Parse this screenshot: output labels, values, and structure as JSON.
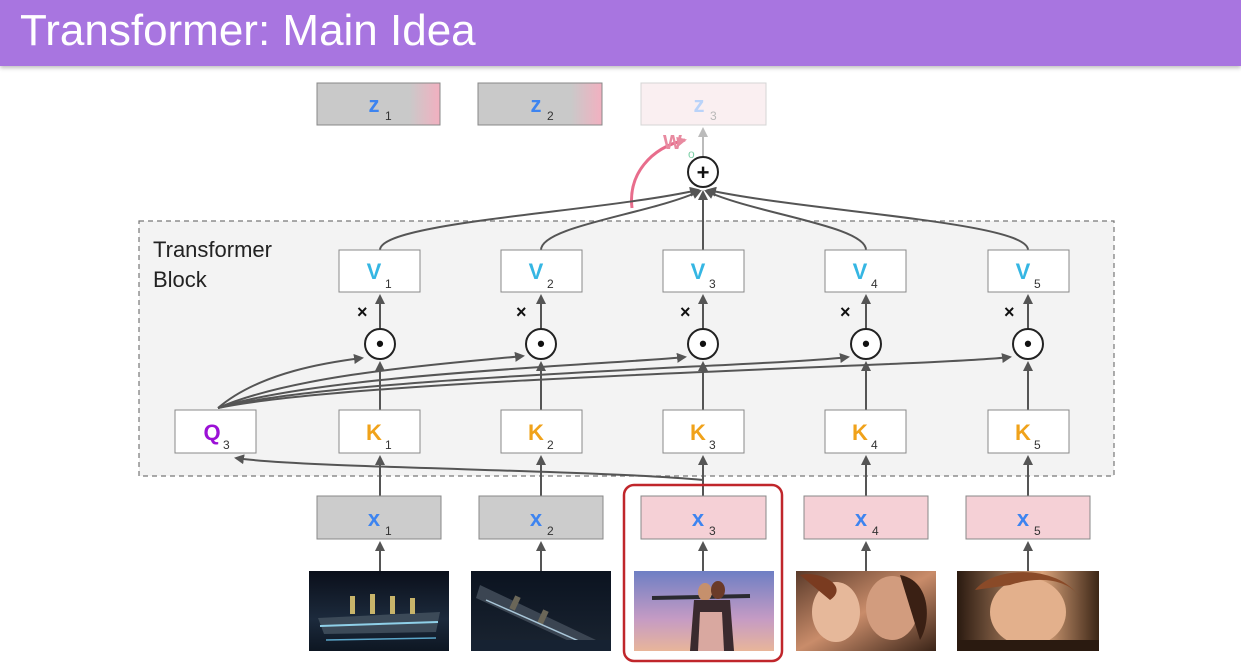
{
  "header": {
    "title": "Transformer: Main Idea"
  },
  "colors": {
    "header_bg": "#a875e0",
    "blue": "#3d84f0",
    "cyan": "#35b6e3",
    "orange": "#f0a21a",
    "purple": "#9b10d6",
    "pink": "#f5d0d6",
    "gray_box": "#cccccc"
  },
  "block": {
    "label_line1": "Transformer",
    "label_line2": "Block"
  },
  "outputs": [
    {
      "sym": "z",
      "sub": "1"
    },
    {
      "sym": "z",
      "sub": "2"
    },
    {
      "sym": "z",
      "sub": "3"
    }
  ],
  "wo": {
    "sym": "W",
    "sub": "o"
  },
  "sum_symbol": "+",
  "dot_symbol": "•",
  "times_symbol": "×",
  "query": {
    "sym": "Q",
    "sub": "3"
  },
  "values": [
    {
      "sym": "V",
      "sub": "1"
    },
    {
      "sym": "V",
      "sub": "2"
    },
    {
      "sym": "V",
      "sub": "3"
    },
    {
      "sym": "V",
      "sub": "4"
    },
    {
      "sym": "V",
      "sub": "5"
    }
  ],
  "keys": [
    {
      "sym": "K",
      "sub": "1"
    },
    {
      "sym": "K",
      "sub": "2"
    },
    {
      "sym": "K",
      "sub": "3"
    },
    {
      "sym": "K",
      "sub": "4"
    },
    {
      "sym": "K",
      "sub": "5"
    }
  ],
  "inputs": [
    {
      "sym": "x",
      "sub": "1"
    },
    {
      "sym": "x",
      "sub": "2"
    },
    {
      "sym": "x",
      "sub": "3"
    },
    {
      "sym": "x",
      "sub": "4"
    },
    {
      "sym": "x",
      "sub": "5"
    }
  ],
  "frames": [
    "ship-at-night",
    "ship-sinking",
    "couple-on-bow",
    "couple-embrace",
    "woman-portrait"
  ]
}
